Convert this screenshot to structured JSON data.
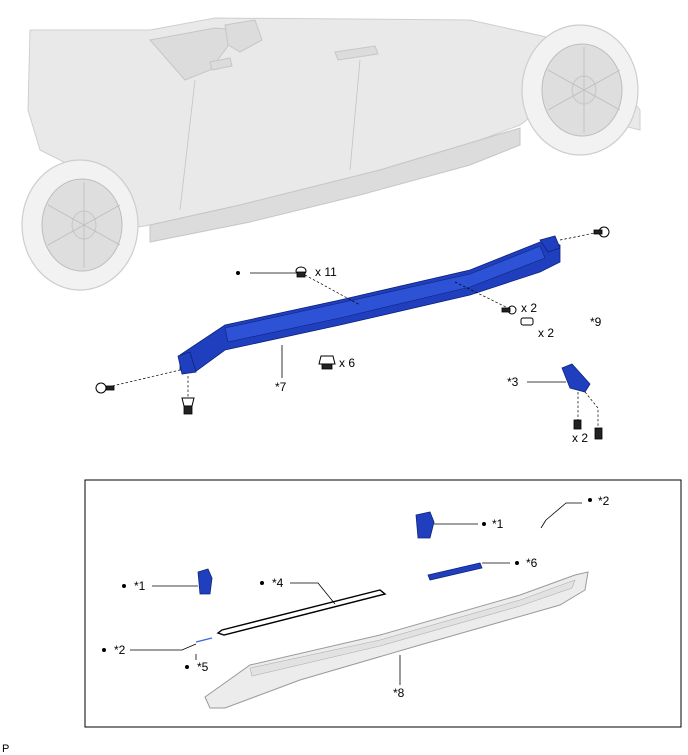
{
  "labels": {
    "qty_clip_top": "x 11",
    "qty_screw": "x 2",
    "qty_grommet": "x 6",
    "part9": "*9",
    "qty_part9": "x 2",
    "part7": "*7",
    "part3": "*3",
    "qty_part3_screws": "x 2",
    "box_part1_right": "*1",
    "box_part2_right": "*2",
    "box_part6": "*6",
    "box_part1_left": "*1",
    "box_part4": "*4",
    "box_part2_left": "*2",
    "box_part5": "*5",
    "box_part8": "*8",
    "page_marker": "P"
  },
  "colors": {
    "part_blue": "#1f3fbf",
    "car_gray": "#e9e9e9",
    "box_border": "#000000"
  }
}
